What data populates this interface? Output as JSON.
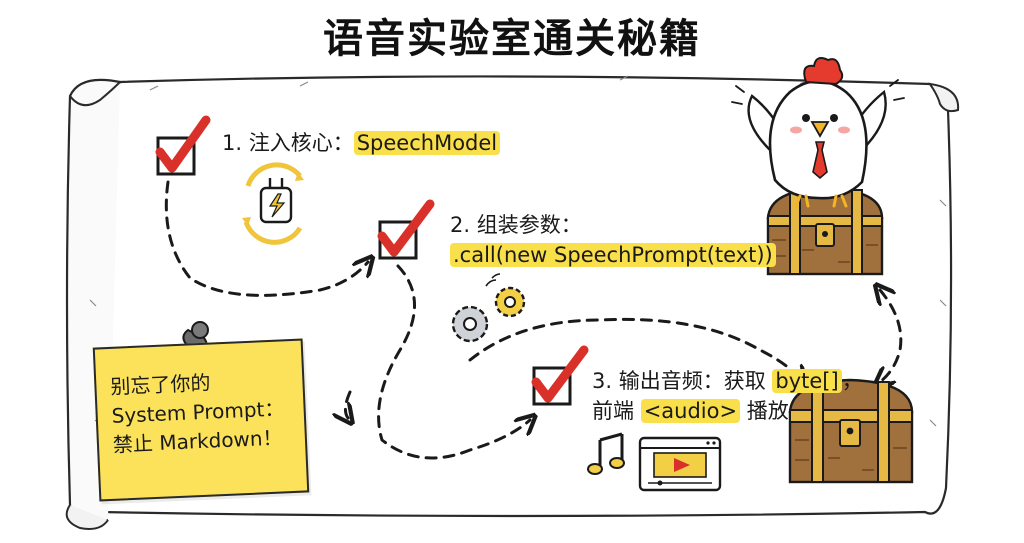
{
  "title": "语音实验室通关秘籍",
  "steps": [
    {
      "prefix": "1. 注入核心：",
      "highlight": "SpeechModel"
    },
    {
      "line1": "2. 组装参数：",
      "highlight": ".call(new SpeechPrompt(text))"
    },
    {
      "line1_prefix": "3. 输出音频：获取 ",
      "line1_highlight": "byte[]",
      "line1_suffix": "，",
      "line2_prefix": "前端 ",
      "line2_highlight": "<audio>",
      "line2_suffix": " 播放"
    }
  ],
  "note": {
    "line1": "别忘了你的",
    "line2": "System Prompt：",
    "line3": "禁止 Markdown！"
  },
  "colors": {
    "check": "#d9302a",
    "highlight": "#f9df4a",
    "note": "#fbe25a",
    "scroll": "#ffffff",
    "chest": "#a0713c",
    "chest_band": "#e6b844",
    "comb": "#e53b2e",
    "beak": "#f4b42a"
  },
  "icons": [
    "plug-icon",
    "gears-icon",
    "music-note-icon",
    "video-player-icon",
    "pushpin-icon",
    "chicken-mascot",
    "treasure-chest-icon",
    "checkmark-icon"
  ]
}
